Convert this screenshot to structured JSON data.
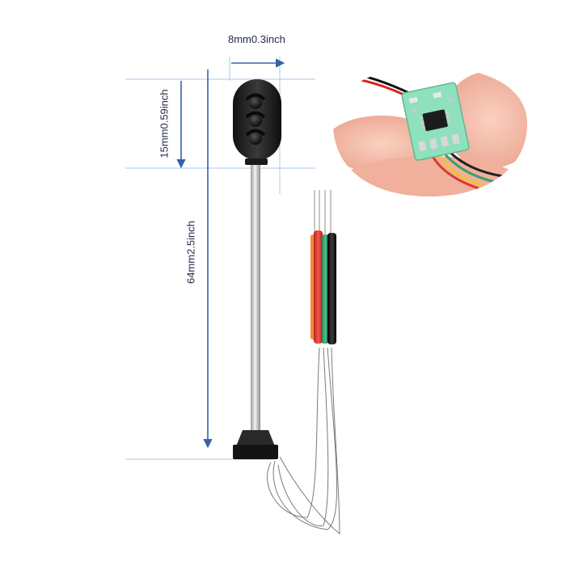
{
  "dimensions": {
    "width_label": "8mm0.3inch",
    "head_height_label": "15mm0.59inch",
    "total_height_label": "64mm2.5inch"
  },
  "colors": {
    "arrow": "#3562a6",
    "guide_line": "#a9c8e8",
    "signal_head": "#1e1e1e",
    "pole": "#c8c8c8",
    "pcb": "#7fd6b0",
    "wire_red": "#e0352b",
    "wire_green": "#3aa06a",
    "wire_black": "#222222",
    "skin": "#f4b9a6"
  },
  "icons": {
    "product": "miniature-traffic-signal",
    "inset": "led-driver-circuit-board-photo"
  }
}
